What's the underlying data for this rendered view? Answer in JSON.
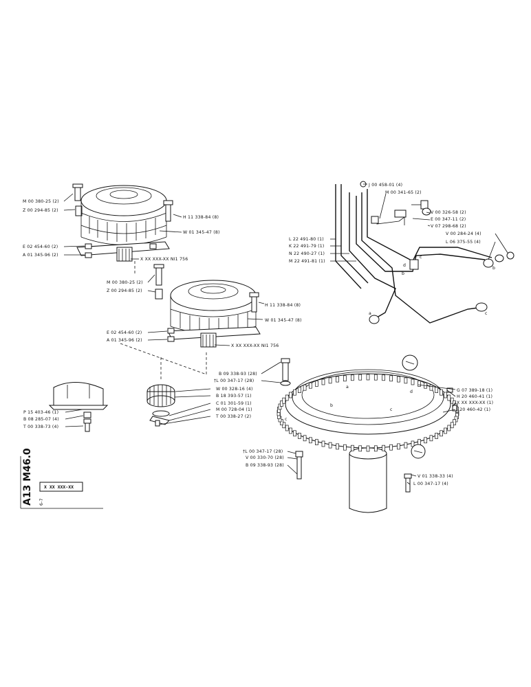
{
  "sheet": {
    "code": "A13 M46.0",
    "stamp": "X XX XXX-XX",
    "page_note": "6-7"
  },
  "assembly_1": {
    "labels": [
      "M 00 380-25 (2)",
      "Z 00 294-85 (2)",
      "H 11 338-84 (8)",
      "W 01 345-47 (8)",
      "E 02 454-60 (2)",
      "A 01 345-96 (2)",
      "X XX XXX-XX NI1 756"
    ]
  },
  "assembly_2": {
    "labels": [
      "M 00 380-25 (2)",
      "Z 00 294-85 (2)",
      "H 11 338-84 (8)",
      "W 01 345-47 (8)",
      "E 02 454-60 (2)",
      "A 01 345-96 (2)",
      "X XX XXX-XX NI1 756"
    ]
  },
  "gear_set": {
    "labels": [
      "B 09 338-93 (28)",
      "†L 00 347-17 (28)",
      "W 00 328-16 (4)",
      "B 18 393-57 (1)",
      "C 01 301-59 (1)",
      "M 00 728-04 (1)",
      "T 00 338-27 (2)"
    ]
  },
  "bracket": {
    "labels": [
      "P 15 403-46 (1)",
      "B 08 285-07 (4)",
      "T 00 338-73 (4)"
    ]
  },
  "pipes": {
    "labels": [
      "J 00 458-01 (4)",
      "M 00 341-65 (2)",
      "V 00 326-58 (2)",
      "E 00 347-11 (2)",
      "V 07 298-68 (2)",
      "V 00 284-24 (4)",
      "L 06 375-55 (4)",
      "L 22 491-80 (1)",
      "K 22 491-79 (1)",
      "N 22 490-27 (1)",
      "M 22 491-81 (1)"
    ],
    "letters": [
      "a",
      "b",
      "c",
      "d",
      "b",
      "c"
    ]
  },
  "ring_gear": {
    "labels": [
      "G 07 389-18 (1)",
      "H 20 460-41 (1)",
      "X XX XXX-XX (1)",
      "J 20 460-42 (1)",
      "†L 00 347-17 (28)",
      "V 00 330-70 (28)",
      "B 09 338-93 (28)",
      "V 01 338-33 (4)",
      "L 00 347-17 (4)"
    ],
    "letters": [
      "a",
      "b",
      "c",
      "d",
      "c"
    ]
  }
}
